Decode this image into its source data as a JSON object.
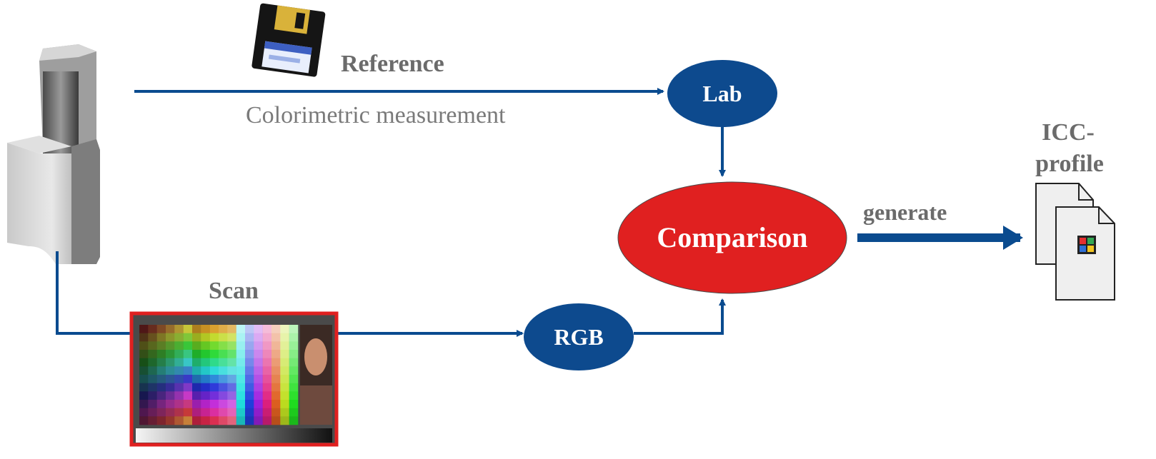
{
  "labels": {
    "reference": "Reference",
    "colorimetric": "Colorimetric measurement",
    "scan": "Scan",
    "generate": "generate",
    "icc_line1": "ICC-",
    "icc_line2": "profile"
  },
  "nodes": {
    "lab": "Lab",
    "rgb": "RGB",
    "comparison": "Comparison"
  },
  "colors": {
    "arrow": "#0a4b8f",
    "node_blue": "#0d4a8e",
    "node_red": "#e02020",
    "label_gray": "#6b6b6b",
    "scan_frame": "#e02020"
  },
  "icons": {
    "device": "scanner-device-icon",
    "disk": "floppy-disk-icon",
    "target": "color-target-chart-image",
    "profile": "icc-profile-document-icon"
  }
}
